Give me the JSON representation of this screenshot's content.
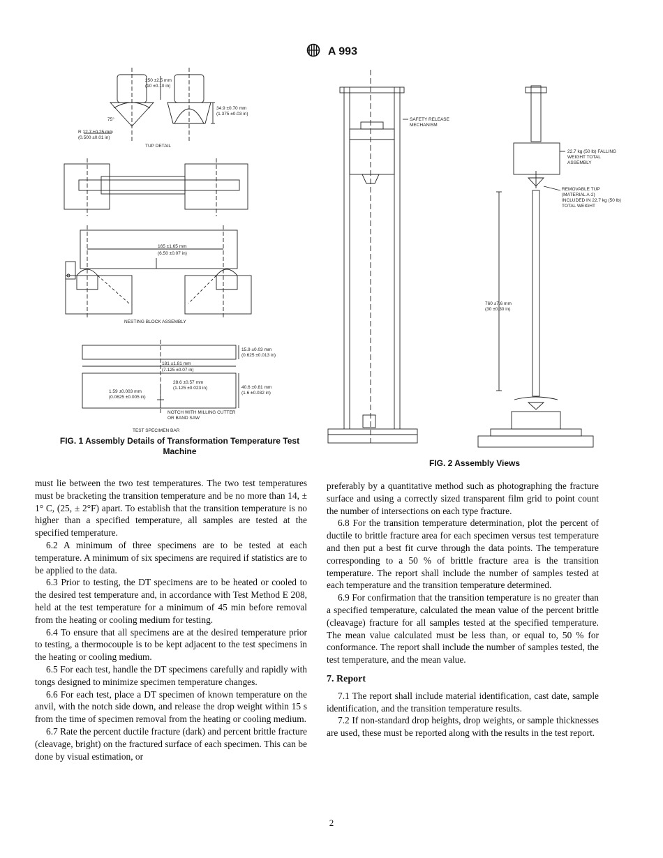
{
  "header": {
    "designation": "A 993",
    "logo_icon": "astm-logo-icon"
  },
  "fig1": {
    "caption": "FIG. 1 Assembly Details of Transformation Temperature Test Machine",
    "labels": {
      "tup_width_mm": "250 ±2.5 mm",
      "tup_width_in": "(10 ±0.10 in)",
      "tup_height_mm": "34.9 ±0.70 mm",
      "tup_height_in": "(1.375 ±0.03 in)",
      "angle": "75°",
      "radius_mm": "R 12.7 ±0.25 mm",
      "radius_in": "(0.500 ±0.01 in)",
      "tup_detail": "TUP DETAIL",
      "span_mm": "165 ±1.65 mm",
      "span_in": "(6.50 ±0.07 in)",
      "nesting": "NESTING BLOCK ASSEMBLY",
      "thick_mm": "15.9 ±0.03 mm",
      "thick_in": "(0.625 ±0.013 in)",
      "length_mm": "181 ±1.81 mm",
      "length_in": "(7.125 ±0.07 in)",
      "notch_depth_mm": "28.6 ±0.57 mm",
      "notch_depth_in": "(1.125 ±0.023 in)",
      "width_mm": "40.6 ±0.81 mm",
      "width_in": "(1.6 ±0.032 in)",
      "notch_width_mm": "1.59 ±0.003 mm",
      "notch_width_in": "(0.0625 ±0.005 in)",
      "notch_note_1": "NOTCH WITH MILLING CUTTER",
      "notch_note_2": "OR BAND SAW",
      "bar": "TEST SPECIMEN BAR"
    }
  },
  "fig2": {
    "caption": "FIG. 2 Assembly Views",
    "labels": {
      "safety_1": "SAFETY RELEASE",
      "safety_2": "MECHANISM",
      "weight_1": "22.7 kg (50 lb) FALLING",
      "weight_2": "WEIGHT TOTAL",
      "weight_3": "ASSEMBLY",
      "tup_1": "REMOVABLE TUP",
      "tup_2": "(MATERIAL A-2)",
      "tup_3": "INCLUDED IN 22.7 kg (50 lb)",
      "tup_4": "TOTAL WEIGHT",
      "height_mm": "760 ±7.6 mm",
      "height_in": "(30 ±0.30 in)"
    }
  },
  "left_column": {
    "p1": "must lie between the two test temperatures. The two test temperatures must be bracketing the transition temperature and be no more than 14, ± 1° C, (25, ± 2°F) apart. To establish that the transition temperature is no higher than a specified temperature, all samples are tested at the specified temperature.",
    "p6_2": "6.2 A minimum of three specimens are to be tested at each temperature. A minimum of six specimens are required if statistics are to be applied to the data.",
    "p6_3": "6.3 Prior to testing, the DT specimens are to be heated or cooled to the desired test temperature and, in accordance with Test Method E 208, held at the test temperature for a minimum of 45 min before removal from the heating or cooling medium for testing.",
    "p6_4": "6.4 To ensure that all specimens are at the desired temperature prior to testing, a thermocouple is to be kept adjacent to the test specimens in the heating or cooling medium.",
    "p6_5": "6.5 For each test, handle the DT specimens carefully and rapidly with tongs designed to minimize specimen temperature changes.",
    "p6_6": "6.6 For each test, place a DT specimen of known temperature on the anvil, with the notch side down, and release the drop weight within 15 s from the time of specimen removal from the heating or cooling medium.",
    "p6_7": "6.7 Rate the percent ductile fracture (dark) and percent brittle fracture (cleavage, bright) on the fractured surface of each specimen. This can be done by visual estimation, or"
  },
  "right_column": {
    "p_cont": "preferably by a quantitative method such as photographing the fracture surface and using a correctly sized transparent film grid to point count the number of intersections on each type fracture.",
    "p6_8": "6.8 For the transition temperature determination, plot the percent of ductile to brittle fracture area for each specimen versus test temperature and then put a best fit curve through the data points. The temperature corresponding to a 50 % of brittle fracture area is the transition temperature. The report shall include the number of samples tested at each temperature and the transition temperature determined.",
    "p6_9": "6.9 For confirmation that the transition temperature is no greater than a specified temperature, calculated the mean value of the percent brittle (cleavage) fracture for all samples tested at the specified temperature. The mean value calculated must be less than, or equal to, 50 % for conformance. The report shall include the number of samples tested, the test temperature, and the mean value.",
    "section_title": "7. Report",
    "p7_1": "7.1 The report shall include material identification, cast date, sample identification, and the transition temperature results.",
    "p7_2": "7.2 If non-standard drop heights, drop weights, or sample thicknesses are used, these must be reported along with the results in the test report."
  },
  "page_number": "2"
}
